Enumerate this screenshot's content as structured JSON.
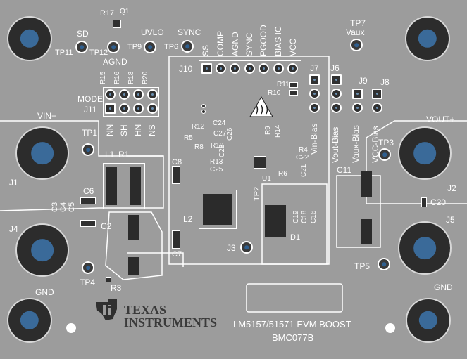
{
  "board": {
    "title_line1": "LM5157/51571 EVM BOOST",
    "title_line2": "BMC077B",
    "logo_line1": "TEXAS",
    "logo_line2": "INSTRUMENTS",
    "colors": {
      "board": "#9c9c9c",
      "silk": "#ffffff",
      "copper": "#303030",
      "hole_fill": "#3a6a99"
    }
  },
  "test_points": {
    "tp11": "TP11",
    "tp12": "TP12",
    "tp9": "TP9",
    "tp6": "TP6",
    "tp7": "TP7",
    "tp1": "TP1",
    "tp3": "TP3",
    "tp4": "TP4",
    "tp5": "TP5",
    "tp2": "TP2"
  },
  "net_labels": {
    "sd": "SD",
    "uvlo": "UVLO",
    "sync_top": "SYNC",
    "vaux": "Vaux",
    "agnd_left": "AGND",
    "mode": "MODE",
    "vin_plus": "VIN+",
    "vout_plus": "VOUT+",
    "gnd_left": "GND",
    "gnd_right": "GND"
  },
  "j10": {
    "label": "J10",
    "pins": [
      "SS",
      "COMP",
      "AGND",
      "SYNC",
      "PGOOD",
      "BIAS IC",
      "VCC"
    ]
  },
  "j11": {
    "label": "J11",
    "pins": [
      "NN",
      "SH",
      "HN",
      "NS"
    ]
  },
  "bias_headers": {
    "j7": "J7",
    "j6": "J6",
    "j9": "J9",
    "j8": "J8",
    "labels": [
      "Vin-Bias",
      "Vout-Bias",
      "Vaux-Bias",
      "VCC-Bias"
    ]
  },
  "connectors": {
    "j1": "J1",
    "j2": "J2",
    "j3": "J3",
    "j4": "J4",
    "j5": "J5"
  },
  "components": {
    "r17": "R17",
    "q1": "Q1",
    "r15": "R15",
    "r16": "R16",
    "r18": "R18",
    "r20": "R20",
    "r1": "R1",
    "l1": "L1",
    "c3": "C3",
    "c4": "C4",
    "c5": "C5",
    "c6": "C6",
    "c2": "C2",
    "r3": "R3",
    "c8": "C8",
    "l2": "L2",
    "c7": "C7",
    "r11": "R11",
    "r10": "R10",
    "r12": "R12",
    "c24": "C24",
    "r5": "R5",
    "r8": "R8",
    "r19": "R19",
    "c27": "C27",
    "c26": "C26",
    "c23": "C23",
    "r13": "R13",
    "c25": "C25",
    "r9": "R9",
    "r14": "R14",
    "r4": "R4",
    "c22": "C22",
    "r6": "R6",
    "c21": "C21",
    "u1": "U1",
    "c19": "C19",
    "c18": "C18",
    "c16": "C16",
    "d1": "D1",
    "c11": "C11",
    "c20": "C20"
  }
}
